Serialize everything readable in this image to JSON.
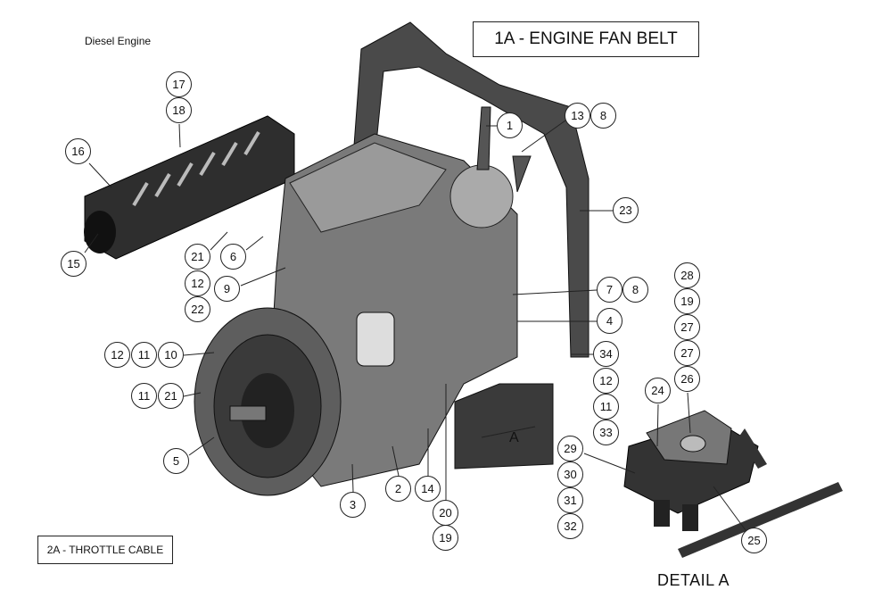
{
  "diagram": {
    "subtitle": "Diesel Engine",
    "title": "1A - ENGINE FAN BELT",
    "link_box": "2A - THROTTLE CABLE",
    "detail_label": "DETAIL A",
    "view_marker": "A",
    "callouts": [
      "17",
      "18",
      "16",
      "15",
      "21",
      "6",
      "12",
      "9",
      "22",
      "12",
      "11",
      "10",
      "11",
      "21",
      "5",
      "3",
      "2",
      "14",
      "20",
      "19",
      "1",
      "13",
      "8",
      "23",
      "7",
      "8",
      "4",
      "34",
      "12",
      "11",
      "33",
      "28",
      "19",
      "27",
      "27",
      "26",
      "24",
      "29",
      "30",
      "31",
      "32",
      "25"
    ]
  }
}
